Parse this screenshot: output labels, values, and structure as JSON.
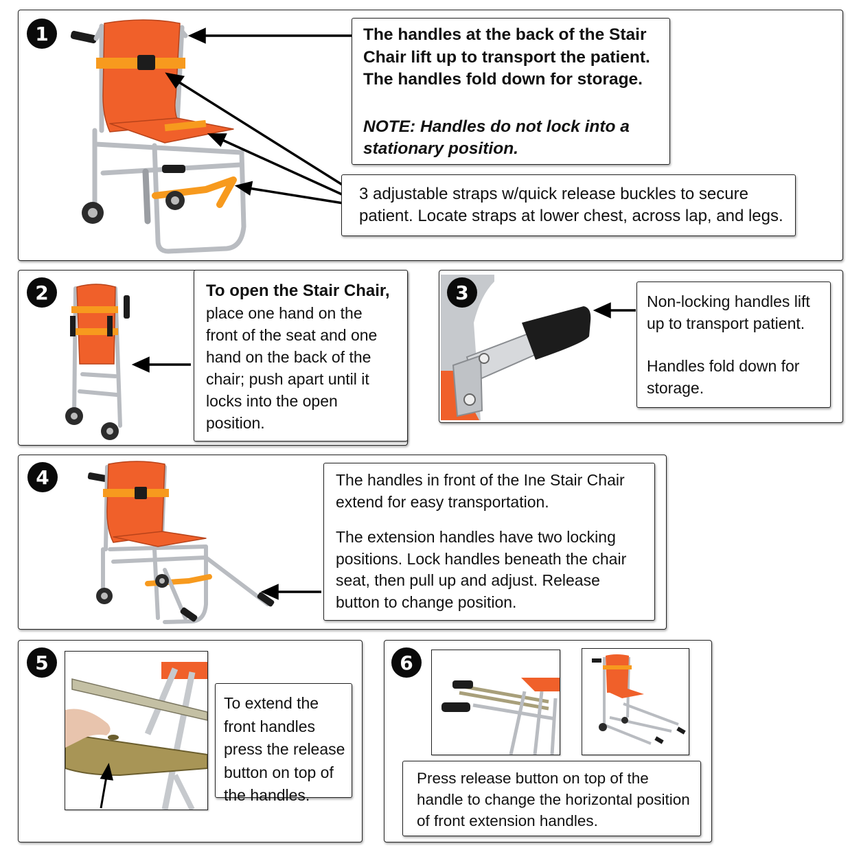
{
  "steps": [
    {
      "number": "1",
      "text_a": "The handles at the back of the Stair Chair lift up to transport the patient. The handles fold down for storage.",
      "note": "NOTE: Handles do not lock into a stationary position.",
      "text_b": "3 adjustable straps w/quick release buckles to secure patient. Locate straps at lower chest, across lap, and legs."
    },
    {
      "number": "2",
      "heading": "To open the Stair Chair,",
      "text": "place one hand on the front of the seat and one hand on the back of the chair; push apart until it locks into the open position."
    },
    {
      "number": "3",
      "text_a": "Non-locking handles lift up to transport patient.",
      "text_b": "Handles fold down for storage."
    },
    {
      "number": "4",
      "text_a": "The handles in front of the Ine Stair Chair extend for easy transportation.",
      "text_b": "The extension handles have two locking positions.  Lock handles beneath the chair seat, then pull up and adjust.   Release button to change position."
    },
    {
      "number": "5",
      "text": "To extend the front handles press the release button on top of the handles."
    },
    {
      "number": "6",
      "text": "Press release button on top of the handle to change the horizontal position of front extension handles."
    }
  ],
  "colors": {
    "seat_orange": "#f0602a",
    "strap_orange": "#f79a1e",
    "frame": "#b9bcc1",
    "handle_black": "#1c1c1c",
    "badge": "#0a0a0a"
  }
}
